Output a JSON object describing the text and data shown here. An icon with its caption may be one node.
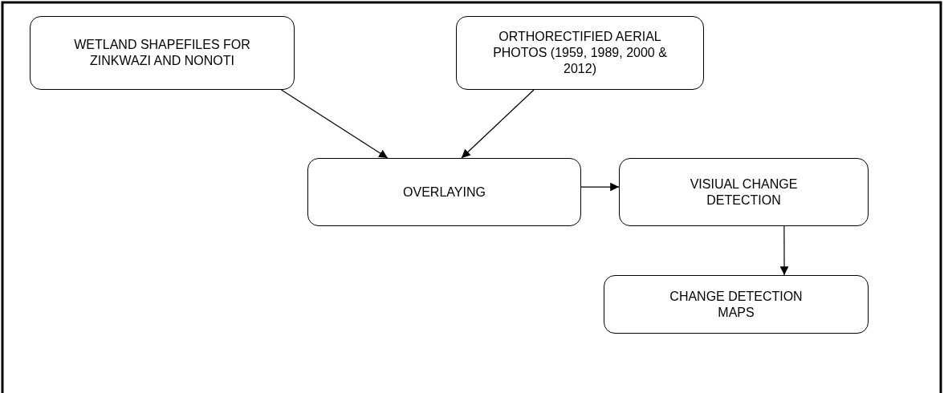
{
  "diagram": {
    "nodes": [
      {
        "text": [
          "WETLAND SHAPEFILES FOR ZINKWAZI AND NONOTI"
        ]
      },
      {
        "text": [
          "ORTHORECTIFIED AERIAL PHOTOS (1959, 1989, 2000 & 2012)"
        ]
      },
      {
        "text": [
          "OVERLAYING"
        ]
      },
      {
        "text": [
          "VISIUAL CHANGE DETECTION"
        ]
      },
      {
        "text": [
          "CHANGE DETECTION MAPS"
        ]
      }
    ],
    "edges": [
      {
        "from": 0,
        "to": 2,
        "arrow": "to"
      },
      {
        "from": 1,
        "to": 2,
        "arrow": "to"
      },
      {
        "from": 2,
        "to": 3,
        "arrow": "to"
      },
      {
        "from": 3,
        "to": 4,
        "arrow": "to"
      }
    ]
  }
}
